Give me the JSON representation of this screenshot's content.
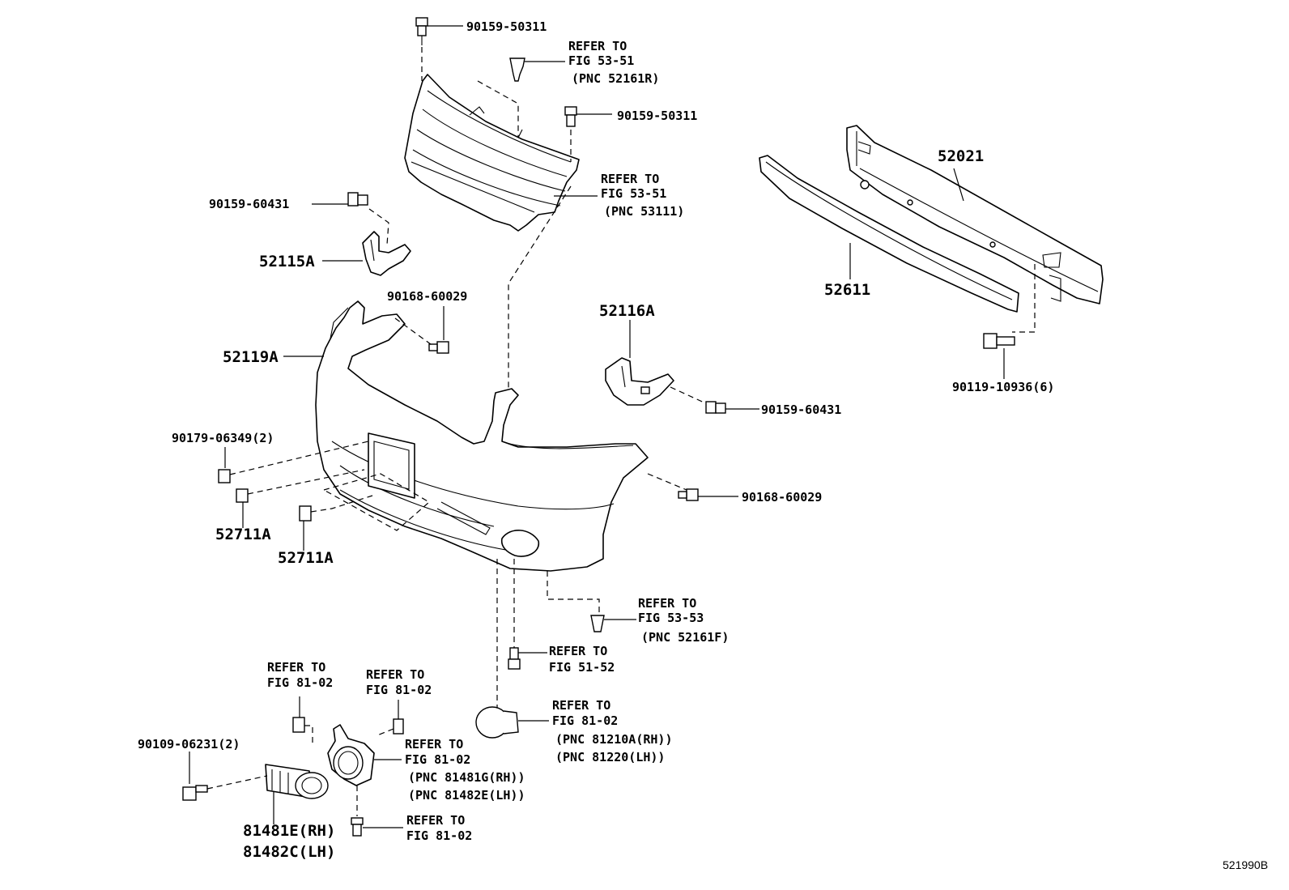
{
  "labels": {
    "screw_top": "90159-50311",
    "refer_grille_clip_l1": "REFER TO",
    "refer_grille_clip_l2": "FIG 53-51",
    "refer_grille_clip_l3": "(PNC 52161R)",
    "screw_grille_right": "90159-50311",
    "refer_grille_l1": "REFER TO",
    "refer_grille_l2": "FIG 53-51",
    "refer_grille_l3": "(PNC 53111)",
    "screw_left_bracket": "90159-60431",
    "bracket_left": "52115A",
    "screw_cover_top": "90168-60029",
    "cover": "52119A",
    "bracket_right": "52116A",
    "screw_right_bracket": "90159-60431",
    "reinforcement": "52021",
    "absorber": "52611",
    "bolt_reinf": "90119-10936(6)",
    "nut_left": "90179-06349(2)",
    "retainer_1": "52711A",
    "retainer_2": "52711A",
    "screw_cover_side": "90168-60029",
    "refer_lower_clip_l1": "REFER TO",
    "refer_lower_clip_l2": "FIG 53-53",
    "refer_lower_clip_l3": "(PNC 52161F)",
    "refer_screw_l1": "REFER TO",
    "refer_screw_l2": "FIG 51-52",
    "refer_a_l1": "REFER TO",
    "refer_a_l2": "FIG 81-02",
    "refer_b_l1": "REFER TO",
    "refer_b_l2": "FIG 81-02",
    "refer_foglamp_l1": "REFER TO",
    "refer_foglamp_l2": "FIG 81-02",
    "refer_foglamp_l3": "(PNC 81210A(RH))",
    "refer_foglamp_l4": "(PNC 81220(LH))",
    "screw_fog": "90109-06231(2)",
    "refer_bezel_l1": "REFER TO",
    "refer_bezel_l2": "FIG 81-02",
    "refer_bezel_l3": "(PNC 81481G(RH))",
    "refer_bezel_l4": "(PNC 81482E(LH))",
    "refer_bottom_l1": "REFER TO",
    "refer_bottom_l2": "FIG 81-02",
    "cover_rh": "81481E(RH)",
    "cover_lh": "81482C(LH)",
    "diagram_id": "521990B"
  }
}
